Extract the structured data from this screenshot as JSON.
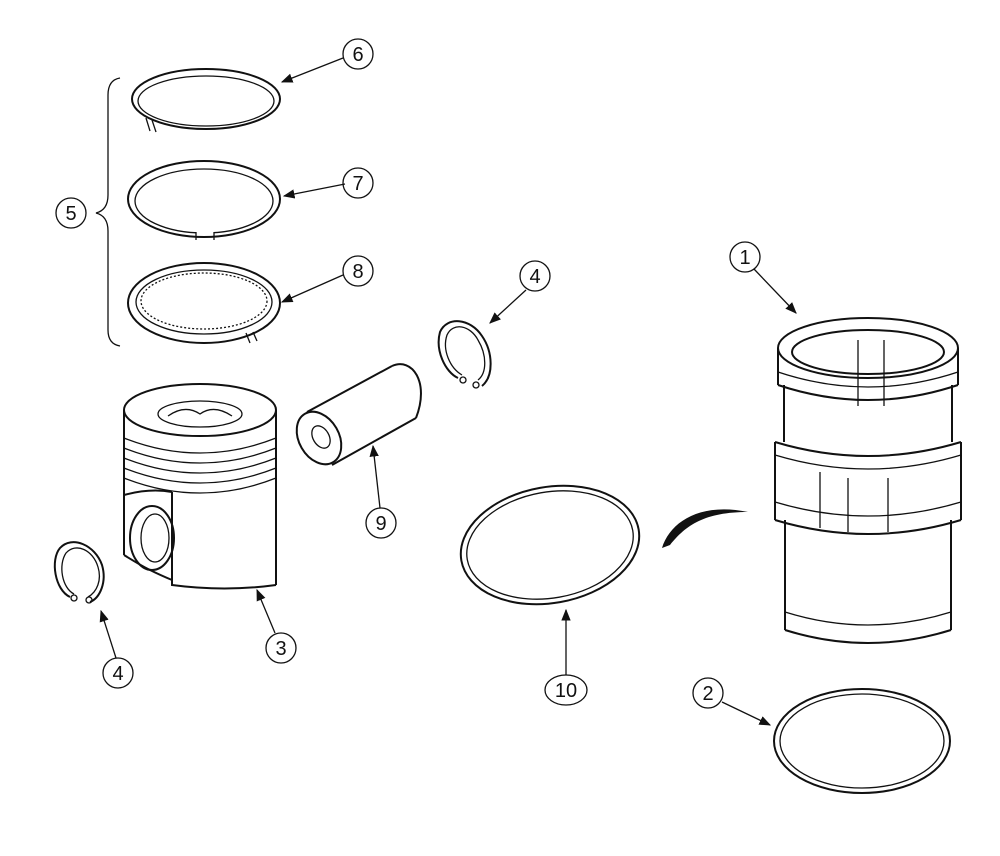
{
  "diagram": {
    "callouts": {
      "c1": "1",
      "c2": "2",
      "c3": "3",
      "c4a": "4",
      "c4b": "4",
      "c5": "5",
      "c6": "6",
      "c7": "7",
      "c8": "8",
      "c9": "9",
      "c10": "10"
    },
    "colors": {
      "line": "#111111",
      "background": "#ffffff"
    }
  }
}
